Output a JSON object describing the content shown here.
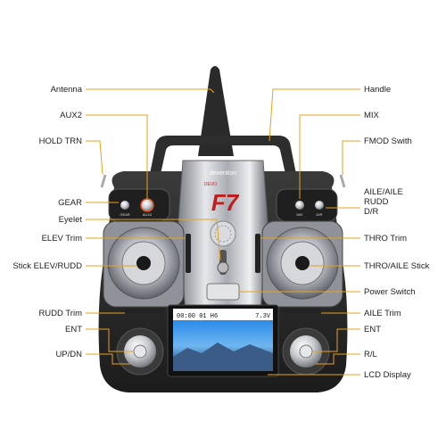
{
  "labels_left": [
    {
      "id": "antenna",
      "text": "Antenna"
    },
    {
      "id": "aux2",
      "text": "AUX2"
    },
    {
      "id": "hold-trn",
      "text": "HOLD TRN"
    },
    {
      "id": "gear",
      "text": "GEAR"
    },
    {
      "id": "eyelet",
      "text": "Eyelet"
    },
    {
      "id": "elev-trim",
      "text": "ELEV Trim"
    },
    {
      "id": "stick-elev-rudd",
      "text": "Stick ELEV/RUDD"
    },
    {
      "id": "rudd-trim",
      "text": "RUDD Trim"
    },
    {
      "id": "ent-left",
      "text": "ENT"
    },
    {
      "id": "up-dn",
      "text": "UP/DN"
    }
  ],
  "labels_right": [
    {
      "id": "handle",
      "text": "Handle"
    },
    {
      "id": "mix",
      "text": "MIX"
    },
    {
      "id": "fmod-swith",
      "text": "FMOD Swith"
    },
    {
      "id": "aile-rudd-dr",
      "text": "AILE/AILE\nRUDD\nD/R"
    },
    {
      "id": "thro-trim",
      "text": "THRO Trim"
    },
    {
      "id": "thro-aile-stick",
      "text": "THRO/AILE Stick"
    },
    {
      "id": "power-switch",
      "text": "Power Switch"
    },
    {
      "id": "aile-trim",
      "text": "AILE Trim"
    },
    {
      "id": "ent-right",
      "text": "ENT"
    },
    {
      "id": "r-l",
      "text": "R/L"
    },
    {
      "id": "lcd-display",
      "text": "LCD Display"
    }
  ],
  "device": {
    "brand_text": "devention",
    "model_text": "F7",
    "model_small": "DEVO",
    "lcd_status": "00:00 01 H6",
    "lcd_voltage": "7.3V",
    "switch_left_labels": [
      "GEAR",
      "AUX2"
    ],
    "switch_right_labels": [
      "MIX",
      "D/R"
    ]
  },
  "colors": {
    "leader_line": "#e8a21c",
    "body_dark": "#2b2b2b",
    "chrome": "#b9bcc2",
    "lcd_blue": "#1c6fd1"
  }
}
